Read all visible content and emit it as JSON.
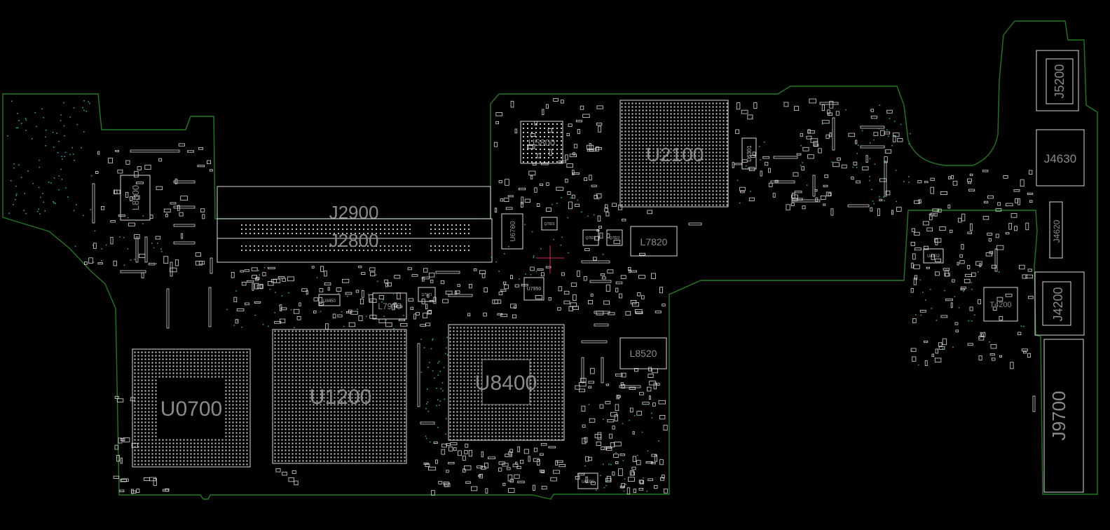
{
  "board": {
    "outline_color": "#1f7a1f",
    "component_color": "#d8d8d8",
    "label_color": "#8a8a8a",
    "via_color": "#2aa0a0",
    "cursor_color": "#d0304a",
    "large_labels": {
      "u2100": "U2100",
      "u5800": "U5800",
      "u0700": "U0700",
      "u1200": "U1200",
      "u8400": "U8400",
      "j2900": "J2900",
      "j2800": "J2800",
      "l8300": "L8300",
      "l7820": "L7820",
      "l8520": "L8520",
      "l7970": "L7970",
      "u6700": "U6700",
      "j5200": "J5200",
      "j4630": "J4630",
      "j4620": "J4620",
      "j4200": "J4200",
      "t4200": "T4200",
      "j9700": "J9700",
      "u6301": "U6301"
    },
    "small_labels": {
      "u7950": "U7950",
      "u8450": "U8450",
      "u6590": "U6590",
      "q7820": "Q7820",
      "q7821": "Q7821",
      "q7822": "Q7822",
      "q7971": "Q7971",
      "u4102": "U4102"
    }
  }
}
